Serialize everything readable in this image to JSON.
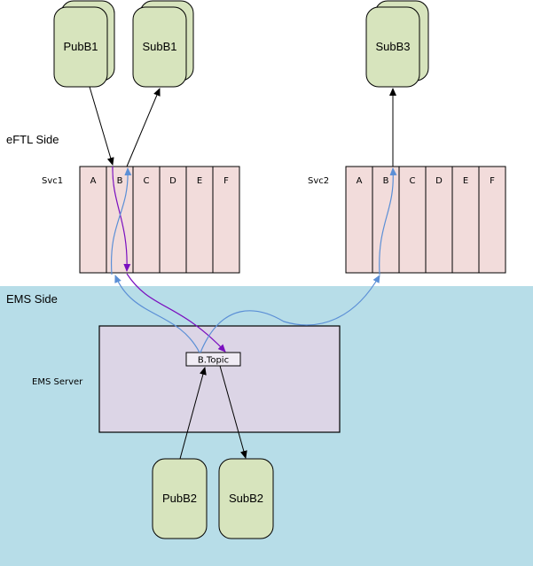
{
  "regions": {
    "eftl": {
      "label": "eFTL Side"
    },
    "ems": {
      "label": "EMS Side",
      "color": "#b7dde8"
    }
  },
  "services": [
    {
      "id": "svc1",
      "label": "Svc1",
      "columns": [
        "A",
        "B",
        "C",
        "D",
        "E",
        "F"
      ]
    },
    {
      "id": "svc2",
      "label": "Svc2",
      "columns": [
        "A",
        "B",
        "C",
        "D",
        "E",
        "F"
      ]
    }
  ],
  "clients": {
    "pubb1": {
      "label": "PubB1",
      "stacked": true
    },
    "subb1": {
      "label": "SubB1",
      "stacked": true
    },
    "subb3": {
      "label": "SubB3",
      "stacked": true
    },
    "pubb2": {
      "label": "PubB2",
      "stacked": false
    },
    "subb2": {
      "label": "SubB2",
      "stacked": false
    }
  },
  "ems_server": {
    "label": "EMS Server",
    "topic": "B.Topic"
  },
  "colors": {
    "client_fill": "#d7e4bd",
    "service_fill": "#f2dcdb",
    "server_fill": "#dcd5e6",
    "topic_fill": "#f0ecf4",
    "blue_arrow": "#5b8fd6",
    "purple_arrow": "#7a0fbf"
  }
}
